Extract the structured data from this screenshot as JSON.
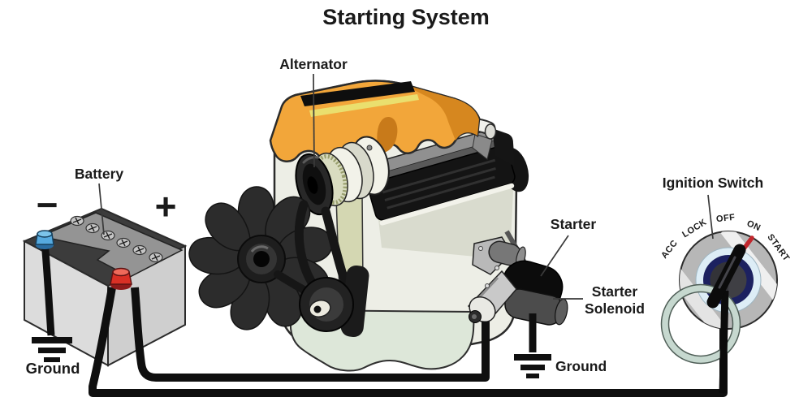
{
  "title": "Starting System",
  "labels": {
    "alternator": "Alternator",
    "battery": "Battery",
    "minus": "−",
    "plus": "+",
    "ground_left": "Ground",
    "starter": "Starter",
    "starter_solenoid_line1": "Starter",
    "starter_solenoid_line2": "Solenoid",
    "ground_right": "Ground",
    "ignition_switch": "Ignition Switch"
  },
  "ignition": {
    "dial_labels": [
      "ACC",
      "LOCK",
      "OFF",
      "ON",
      "START"
    ]
  },
  "colors": {
    "ink": "#1a1a1a",
    "orange": "#f2a63a",
    "orangedark": "#d6871f",
    "yellow": "#eadf6e",
    "red": "#d93025",
    "blue": "#56aadf",
    "navy": "#1c2160",
    "lightblue": "#ddedf6",
    "keyring": "#c6d8cf",
    "wire": "#0f0f0f",
    "cream": "#edeee6",
    "pan": "#dde7d9",
    "dialgray": "#b7b7b7"
  }
}
